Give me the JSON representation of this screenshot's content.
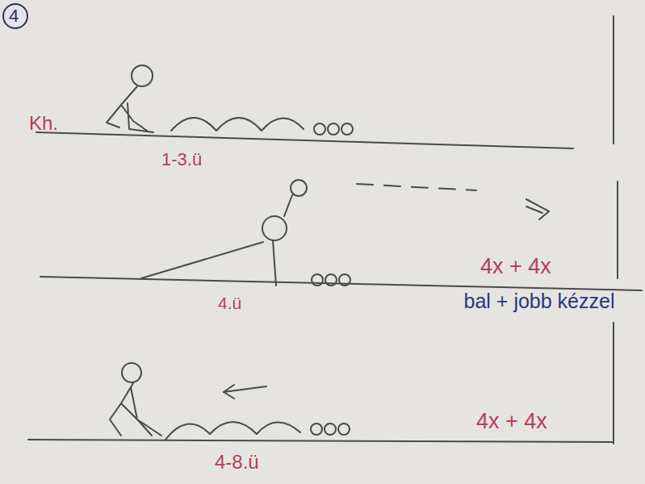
{
  "diagram": {
    "labels": [
      "4",
      "Kh.",
      "1-3.ü",
      "4.ü",
      "4x + 4x",
      "bal + jobb kézzel",
      "4x + 4x",
      "4-8.ü"
    ]
  }
}
